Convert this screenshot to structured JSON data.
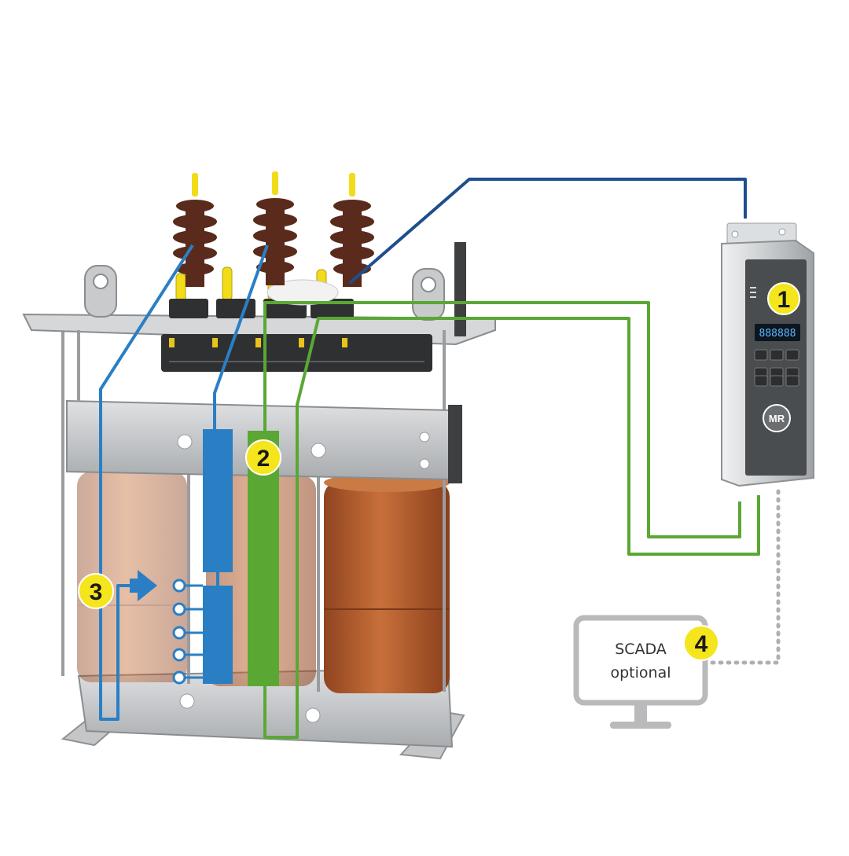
{
  "badges": {
    "controller": "1",
    "sensor": "2",
    "tap_changer": "3",
    "scada": "4"
  },
  "scada": {
    "line1": "SCADA",
    "line2": "optional"
  },
  "controller": {
    "display": "888888",
    "logo": "MR"
  },
  "colors": {
    "blue_wire": "#2a7fc4",
    "green_wire": "#5aa833",
    "badge": "#f4e51d",
    "coil": "#b8612e",
    "frame": "#c9cbcd",
    "bushing": "#5a2a1c",
    "dotted_line": "#b0b0b0"
  }
}
